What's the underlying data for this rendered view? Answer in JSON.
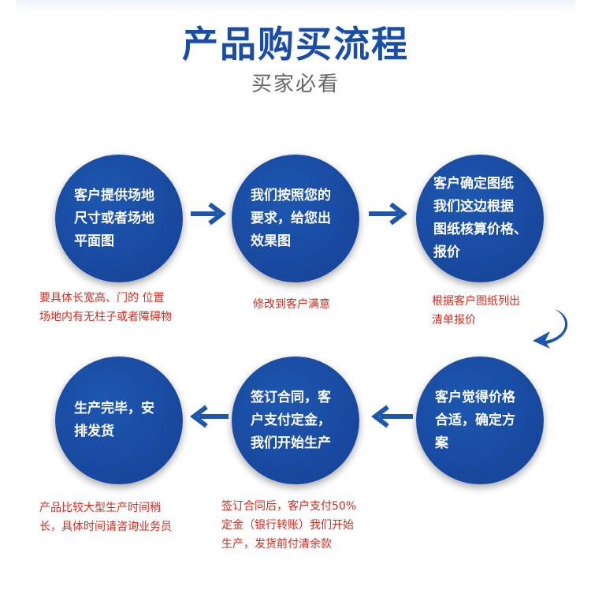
{
  "header": {
    "title": "产品购买流程",
    "subtitle": "买家必看"
  },
  "steps": [
    {
      "text": "客户提供场地\n尺寸或者场地\n平面图",
      "note": "要具体长宽高、门的 位置\n场地内有无柱子或者障碍物"
    },
    {
      "text": "我们按照您的\n要求，给您出\n效果图",
      "note": "修改到客户满意"
    },
    {
      "text": "客户确定图纸\n我们这边根据\n图纸核算价格、\n报价",
      "note": "根据客户图纸列出\n清单报价"
    },
    {
      "text": "客户觉得价格\n合适，确定方\n案",
      "note": ""
    },
    {
      "text": "签订合同，客\n户支付定金，\n我们开始生产",
      "note": "签订合同后，客户支付50%\n定金（银行转账）我们开始\n生产，发货前付清余款"
    },
    {
      "text": "生产完毕，安\n排发货",
      "note": "产品比较大型生产时间稍\n长，具体时间请咨询业务员"
    }
  ],
  "colors": {
    "title": "#1a4ea6",
    "circle": "#1a4ea6",
    "note": "#d8281e",
    "arrow": "#1f56ad"
  }
}
